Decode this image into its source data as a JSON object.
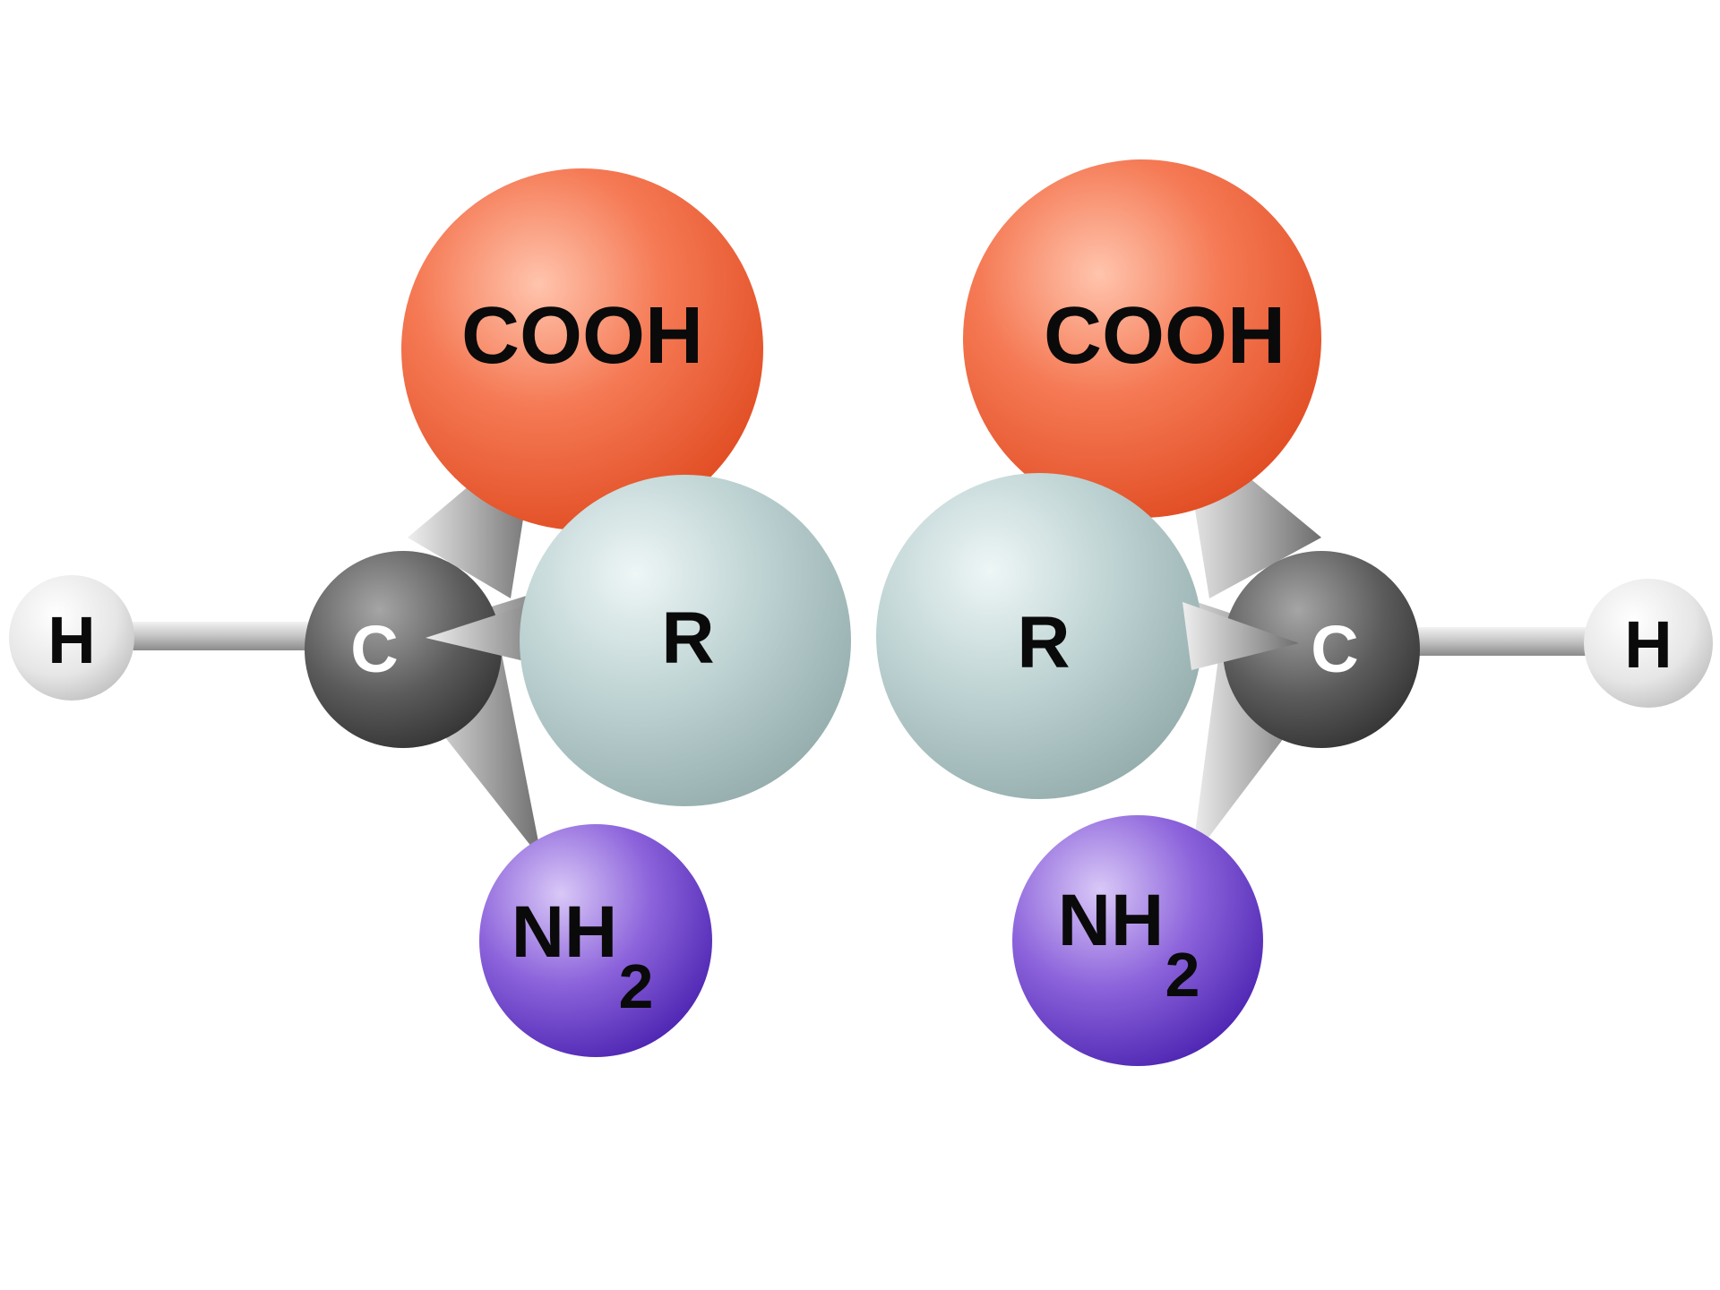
{
  "molecules": [
    {
      "id": "left",
      "labels": {
        "carboxyl": "COOH",
        "carbon": "C",
        "hydrogen": "H",
        "side_chain": "R",
        "amino": "NH",
        "amino_subscript": "2"
      }
    },
    {
      "id": "right",
      "labels": {
        "carboxyl": "COOH",
        "carbon": "C",
        "hydrogen": "H",
        "side_chain": "R",
        "amino": "NH",
        "amino_subscript": "2"
      }
    }
  ],
  "colors": {
    "carboxyl": "#f26a46",
    "side_chain": "#b6cdcd",
    "amino": "#7a52d2",
    "carbon": "#5a5a5a",
    "hydrogen": "#e8e8e8",
    "bond": "#a8a8a8"
  }
}
